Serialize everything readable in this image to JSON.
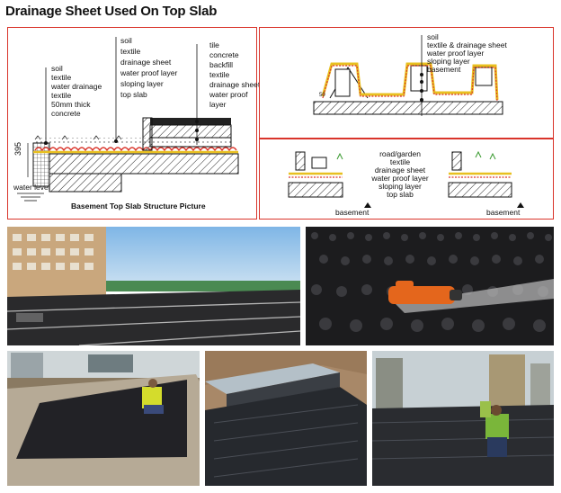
{
  "title": "Drainage Sheet Used On Top Slab",
  "panel_left": {
    "labels_a": [
      "soil",
      "textile",
      "water drainage",
      "textile",
      "50mm thick",
      "concrete"
    ],
    "labels_b": [
      "soil",
      "textile",
      "drainage sheet",
      "water proof layer",
      "sloping layer",
      "top slab"
    ],
    "labels_c": [
      "tile",
      "concrete",
      "backfill",
      "textile",
      "drainage sheet",
      "water proof",
      "layer"
    ],
    "dimension": "395",
    "water_level": "water level",
    "caption": "Basement Top Slab Structure Picture"
  },
  "panel_right_top": {
    "labels": [
      "soil",
      "textile & drainage sheet",
      "water proof layer",
      "sloping layer",
      "basement"
    ],
    "small_number": "50"
  },
  "panel_right_bottom": {
    "center_labels": [
      "road/garden",
      "textile",
      "drainage sheet",
      "water proof layer",
      "sloping layer",
      "top slab"
    ],
    "basement_left": "basement",
    "basement_right": "basement"
  }
}
